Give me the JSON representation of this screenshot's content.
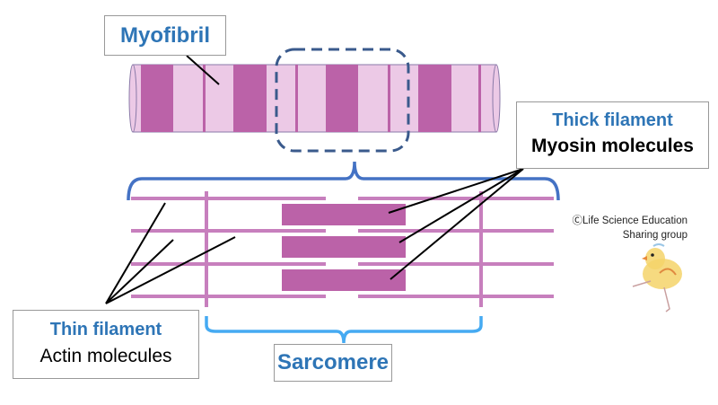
{
  "labels": {
    "myofibril": "Myofibril",
    "thick_title": "Thick filament",
    "thick_sub": "Myosin molecules",
    "thin_title": "Thin filament",
    "thin_sub": "Actin molecules",
    "sarcomere": "Sarcomere",
    "credit_line1": "ⒸLife Science Education",
    "credit_line2": "Sharing group"
  },
  "colors": {
    "dark_band": "#bb62a8",
    "light_band": "#ecc9e6",
    "dashed": "#3a5a8c",
    "brace": "#4472c4",
    "sarcomere_brace": "#45aaf2",
    "text_blue": "#2e75b6"
  }
}
